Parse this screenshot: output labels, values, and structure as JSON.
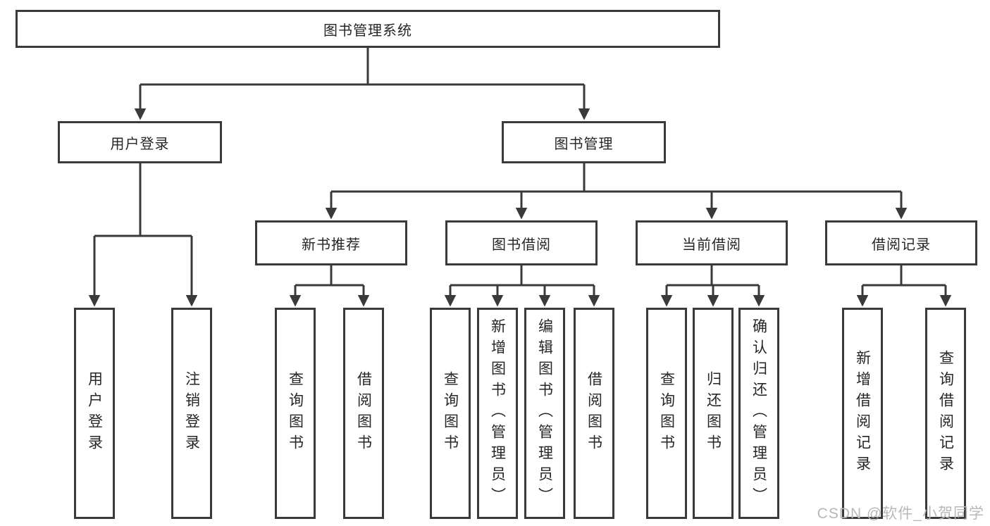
{
  "diagram": {
    "root": "图书管理系统",
    "level2": [
      "用户登录",
      "图书管理"
    ],
    "level3": [
      "新书推荐",
      "图书借阅",
      "当前借阅",
      "借阅记录"
    ],
    "leaf_groups": [
      {
        "parent": "用户登录",
        "children": [
          "用户登录",
          "注销登录"
        ]
      },
      {
        "parent": "新书推荐",
        "children": [
          "查询图书",
          "借阅图书"
        ]
      },
      {
        "parent": "图书借阅",
        "children": [
          "查询图书",
          "新增图书（管理员）",
          "编辑图书（管理员）",
          "借阅图书"
        ]
      },
      {
        "parent": "当前借阅",
        "children": [
          "查询图书",
          "归还图书",
          "确认归还（管理员）"
        ]
      },
      {
        "parent": "借阅记录",
        "children": [
          "新增借阅记录",
          "查询借阅记录"
        ]
      }
    ]
  },
  "watermark": {
    "text": "CSDN @软件_小贺同学"
  },
  "colors": {
    "line": "#3a3a3a",
    "box_border": "#3a3a3a",
    "text": "#262626",
    "watermark": "#b8b8b8",
    "background": "#ffffff"
  }
}
